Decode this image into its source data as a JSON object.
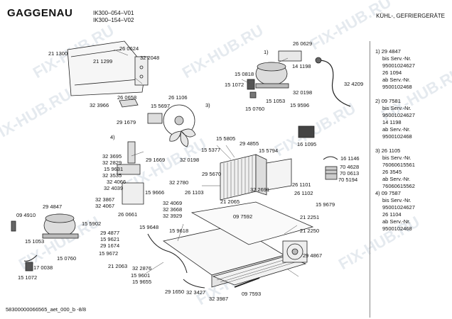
{
  "header": {
    "brand": "GAGGENAU",
    "model_lines": [
      "IK300–054–V01",
      "IK300–154–V02"
    ],
    "category": "KÜHL-, GEFRIERGERÄTE"
  },
  "footer": "58300000066565_aet_000_b  -8/8",
  "watermark": "FIX-HUB.RU",
  "callouts": [
    {
      "id": "c211300",
      "text": "21 1300"
    },
    {
      "id": "c211299",
      "text": "21 1299"
    },
    {
      "id": "c260624",
      "text": "26 0624"
    },
    {
      "id": "c322048",
      "text": "32 2048"
    },
    {
      "id": "c1",
      "text": "1)"
    },
    {
      "id": "c260629",
      "text": "26 0629"
    },
    {
      "id": "c150818",
      "text": "15 0818"
    },
    {
      "id": "c141198",
      "text": "14 1198"
    },
    {
      "id": "c150158",
      "text": "15 1072"
    },
    {
      "id": "c320198a",
      "text": "32 0198"
    },
    {
      "id": "c324209",
      "text": "32 4209"
    },
    {
      "id": "c260658",
      "text": "26 0658"
    },
    {
      "id": "c261106",
      "text": "26 1106"
    },
    {
      "id": "c323966",
      "text": "32 3966"
    },
    {
      "id": "c155697",
      "text": "15 5697"
    },
    {
      "id": "c3",
      "text": "3)"
    },
    {
      "id": "c151053",
      "text": "15 1053"
    },
    {
      "id": "c150760a",
      "text": "15 0760"
    },
    {
      "id": "c159596",
      "text": "15 9596"
    },
    {
      "id": "c291679",
      "text": "29 1679"
    },
    {
      "id": "c161095",
      "text": "16 1095"
    },
    {
      "id": "c4",
      "text": "4)"
    },
    {
      "id": "c155805",
      "text": "15 5805"
    },
    {
      "id": "c155377",
      "text": "15 5377"
    },
    {
      "id": "c294855",
      "text": "29 4855"
    },
    {
      "id": "c155794",
      "text": "15 5794"
    },
    {
      "id": "c323695",
      "text": "32 3695"
    },
    {
      "id": "c291669",
      "text": "29 1669"
    },
    {
      "id": "c322829",
      "text": "32 2829"
    },
    {
      "id": "c159631",
      "text": "15 9631"
    },
    {
      "id": "c320198b",
      "text": "32 0198"
    },
    {
      "id": "c161146",
      "text": "16 1146"
    },
    {
      "id": "c323535",
      "text": "32 3535"
    },
    {
      "id": "c704628",
      "text": "70 4628"
    },
    {
      "id": "c324066",
      "text": "32 4066"
    },
    {
      "id": "c322780",
      "text": "32 2780"
    },
    {
      "id": "c295670",
      "text": "29 5670"
    },
    {
      "id": "c706013",
      "text": "70 0613"
    },
    {
      "id": "c324039",
      "text": "32 4039"
    },
    {
      "id": "c261103",
      "text": "26 1103"
    },
    {
      "id": "c705194",
      "text": "70 5194"
    },
    {
      "id": "c159666",
      "text": "15 9666"
    },
    {
      "id": "c322691",
      "text": "32 2691"
    },
    {
      "id": "c261101",
      "text": "26 1101"
    },
    {
      "id": "c323867",
      "text": "32 3867"
    },
    {
      "id": "c261102",
      "text": "26 1102"
    },
    {
      "id": "c324067",
      "text": "32 4067"
    },
    {
      "id": "c324069",
      "text": "32 4069"
    },
    {
      "id": "c212065",
      "text": "21 2065"
    },
    {
      "id": "c159679",
      "text": "15 9679"
    },
    {
      "id": "c294847",
      "text": "29 4847"
    },
    {
      "id": "c323668",
      "text": "32 3668"
    },
    {
      "id": "c097592",
      "text": "09 7592"
    },
    {
      "id": "c094910",
      "text": "09 4910"
    },
    {
      "id": "c260661",
      "text": "26 0661"
    },
    {
      "id": "c323929",
      "text": "32 3929"
    },
    {
      "id": "c212251",
      "text": "21 2251"
    },
    {
      "id": "c155902",
      "text": "15 5902"
    },
    {
      "id": "c159648",
      "text": "15 9648"
    },
    {
      "id": "c159618",
      "text": "15 9618"
    },
    {
      "id": "c212250",
      "text": "21 2250"
    },
    {
      "id": "c294877",
      "text": "29 4877"
    },
    {
      "id": "c151053b",
      "text": "15 1053"
    },
    {
      "id": "c159621",
      "text": "15 9621"
    },
    {
      "id": "c291674",
      "text": "29 1674"
    },
    {
      "id": "c150760b",
      "text": "15 0760"
    },
    {
      "id": "c159672",
      "text": "15 9672"
    },
    {
      "id": "c294867",
      "text": "29 4867"
    },
    {
      "id": "c170038",
      "text": "17 0038"
    },
    {
      "id": "c212063",
      "text": "21 2063"
    },
    {
      "id": "c151072",
      "text": "15 1072"
    },
    {
      "id": "c322876",
      "text": "32 2876"
    },
    {
      "id": "c159601",
      "text": "15 9601"
    },
    {
      "id": "c159655",
      "text": "15 9655"
    },
    {
      "id": "c291650",
      "text": "29 1650"
    },
    {
      "id": "c323427",
      "text": "32 3427"
    },
    {
      "id": "c323987",
      "text": "32 3987"
    },
    {
      "id": "c097593",
      "text": "09 7593"
    }
  ],
  "notes": [
    [
      "1) 29 4847",
      "bis Serv.-Nr.",
      "95001024627",
      "26 1094",
      "ab Serv.-Nr.",
      "9500102468"
    ],
    [
      "2) 09 7581",
      "bis Serv.-Nr.",
      "95001024627",
      "14 1198",
      "ab Serv.-Nr.",
      "9500102468"
    ],
    [
      "3) 26 1105",
      "bis Serv.-Nr.",
      "76060615561",
      "26 3545",
      "ab Serv.-Nr.",
      "76060615562",
      "4) 09 7587",
      "bis Serv.-Nr.",
      "95001024627",
      "26 1104",
      "ab Serv.-Nr.",
      "9500102468"
    ]
  ]
}
